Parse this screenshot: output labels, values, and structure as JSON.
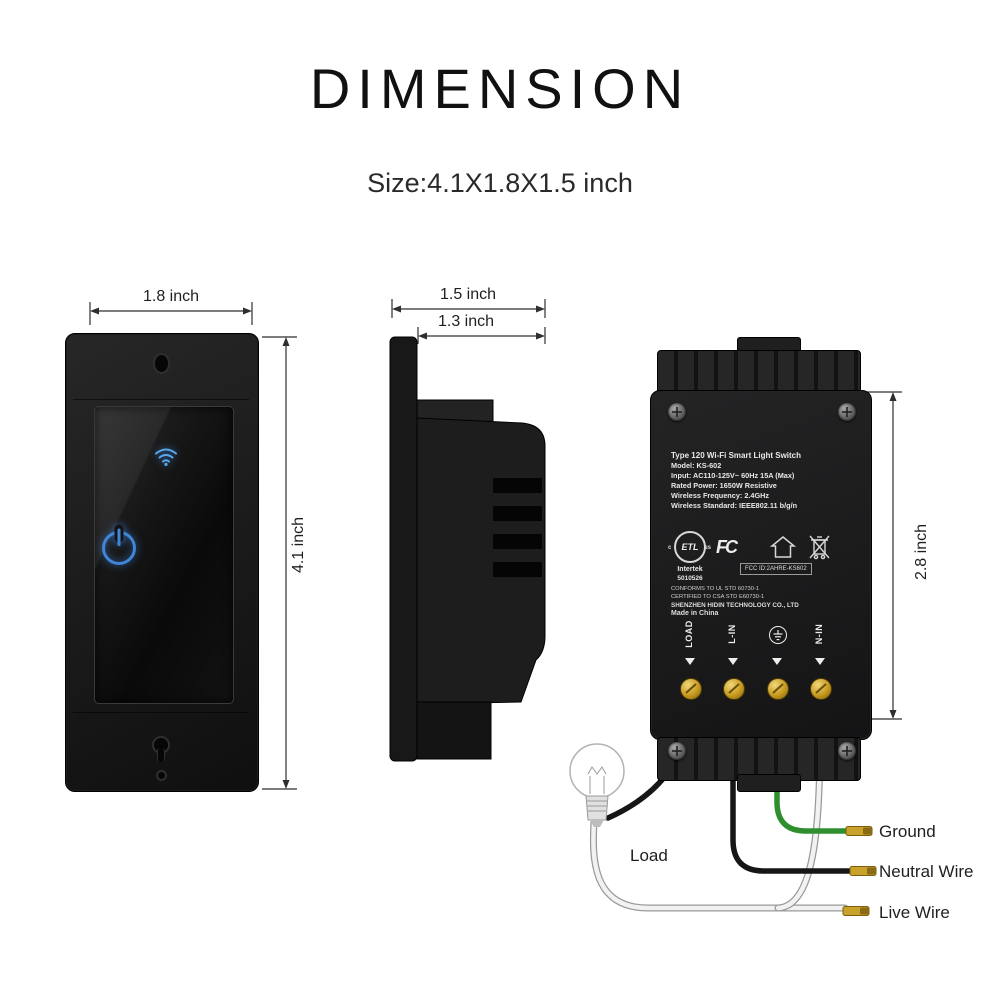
{
  "header": {
    "title": "DIMENSION",
    "size": "Size:4.1X1.8X1.5 inch"
  },
  "dims": {
    "width": "1.8 inch",
    "height": "4.1 inch",
    "depth_total": "1.5 inch",
    "depth_body": "1.3 inch",
    "back_height": "2.8 inch"
  },
  "back_label": {
    "title": "Type 120 Wi-Fi Smart Light Switch",
    "model": "Model: KS-602",
    "input": "Input: AC110-125V~ 60Hz 15A (Max)",
    "rated_power": "Rated Power: 1650W  Resistive",
    "frequency": "Wireless Frequency: 2.4GHz",
    "standard": "Wireless Standard: IEEE802.11 b/g/n",
    "etl": "ETL",
    "etl_c": "c",
    "etl_us": "us",
    "intertek": "Intertek",
    "intertek_number": "5010526",
    "fcc": "FC",
    "fcc_id": "FCC ID:2AHRE-KS602",
    "conforms": "CONFORMS TO UL STD 60730-1",
    "certified": "CERTIFIED TO CSA STD E60730-1",
    "company": "SHENZHEN HIDIN TECHNOLOGY CO., LTD",
    "origin": "Made in China"
  },
  "terminals": {
    "load": "LOAD",
    "l_in": "L-IN",
    "n_in": "N-IN"
  },
  "wiring": {
    "load": "Load",
    "ground": "Ground",
    "neutral": "Neutral Wire",
    "live": "Live Wire"
  },
  "colors": {
    "power_blue": "#3f86d8",
    "wifi_blue": "#56a8ea",
    "ground_wire": "#2f8f2f",
    "neutral_wire": "#161616",
    "live_wire": "#f2f2f2",
    "brass": "#c9a22c"
  }
}
